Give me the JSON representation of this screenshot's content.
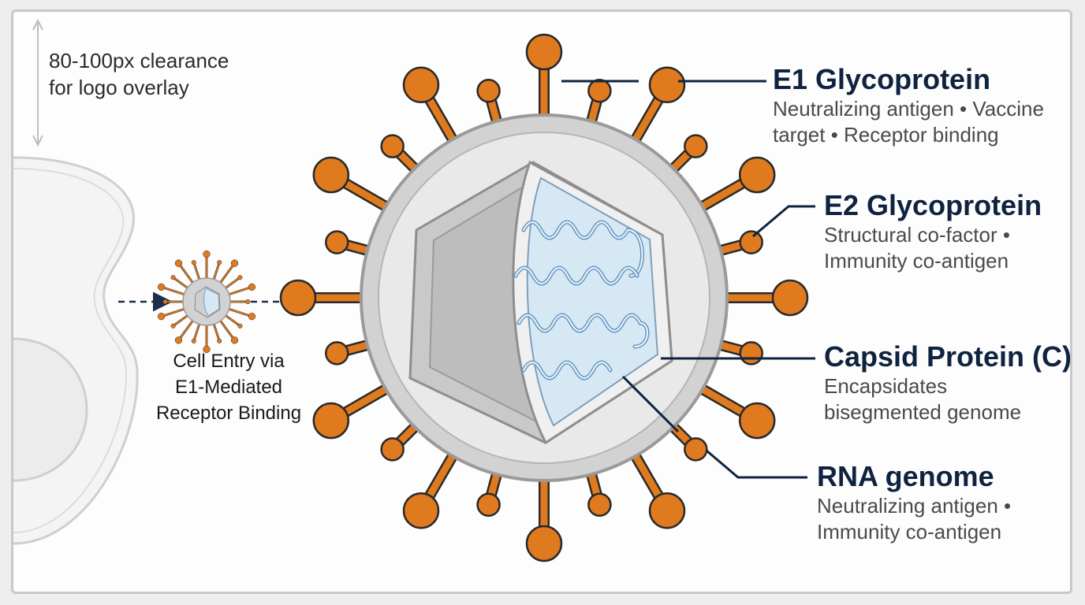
{
  "note": {
    "line1": "80-100px clearance",
    "line2": "for logo overlay"
  },
  "entry": {
    "line1": "Cell Entry via",
    "line2": "E1-Mediated",
    "line3": "Receptor Binding"
  },
  "labels": {
    "e1": {
      "title": "E1 Glycoprotein",
      "desc1": "Neutralizing antigen • Vaccine",
      "desc2": "target  •  Receptor binding"
    },
    "e2": {
      "title": "E2 Glycoprotein",
      "desc1": "Structural co-factor  •",
      "desc2": "Immunity co-antigen"
    },
    "capsid": {
      "title": "Capsid Protein (C)",
      "desc1": "Encapsidates",
      "desc2": "bisegmented genome"
    },
    "rna": {
      "title": "RNA genome",
      "desc1": "Neutralizing antigen •",
      "desc2": "Immunity co-antigen"
    }
  },
  "colors": {
    "spike": "#e07a1f",
    "spike_outline": "#2a2a2a",
    "envelope": "#d2d2d2",
    "capsid_fill": "#cfcfcf",
    "core_fill": "#d7e8f5",
    "rna": "#5f93bf",
    "leader_line": "#0f2340"
  }
}
